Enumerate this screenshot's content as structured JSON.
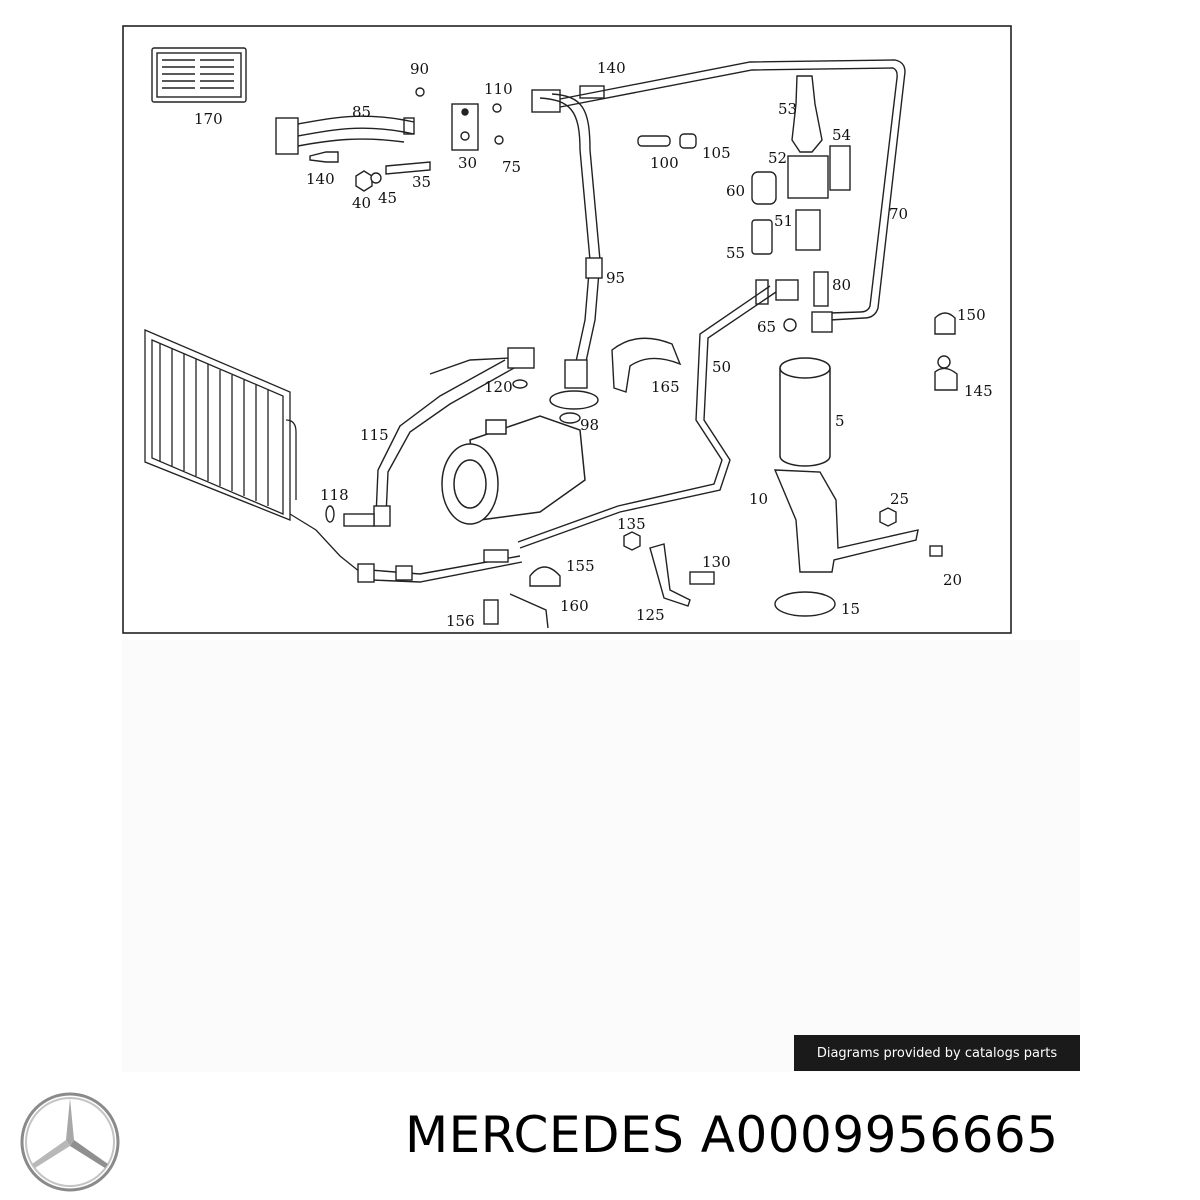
{
  "diagram": {
    "part_labels": [
      "170",
      "90",
      "110",
      "140",
      "85",
      "30",
      "75",
      "140",
      "40",
      "45",
      "35",
      "100",
      "105",
      "53",
      "54",
      "52",
      "60",
      "51",
      "55",
      "70",
      "95",
      "80",
      "150",
      "65",
      "50",
      "165",
      "120",
      "98",
      "5",
      "145",
      "115",
      "118",
      "135",
      "10",
      "25",
      "20",
      "155",
      "130",
      "160",
      "156",
      "125",
      "15"
    ]
  },
  "footer": {
    "credit": "Diagrams provided by catalogs parts",
    "brand": "MERCEDES",
    "part_number": "A0009956665"
  }
}
